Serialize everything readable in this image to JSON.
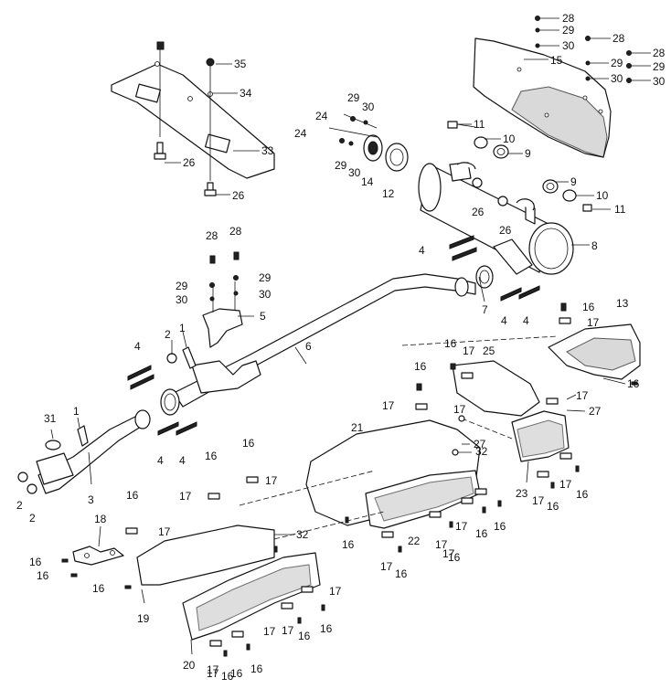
{
  "figure": {
    "type": "exploded parts diagram",
    "subject": "exhaust system"
  },
  "callouts": [
    {
      "id": "c28a",
      "label": "28"
    },
    {
      "id": "c29a",
      "label": "29"
    },
    {
      "id": "c30a",
      "label": "30"
    },
    {
      "id": "c28b",
      "label": "28"
    },
    {
      "id": "c28c",
      "label": "28"
    },
    {
      "id": "c29b",
      "label": "29"
    },
    {
      "id": "c29c",
      "label": "29"
    },
    {
      "id": "c15",
      "label": "15"
    },
    {
      "id": "c30b",
      "label": "30"
    },
    {
      "id": "c30c",
      "label": "30"
    },
    {
      "id": "c35",
      "label": "35"
    },
    {
      "id": "c34",
      "label": "34"
    },
    {
      "id": "c33",
      "label": "33"
    },
    {
      "id": "c26a",
      "label": "26"
    },
    {
      "id": "c26b",
      "label": "26"
    },
    {
      "id": "c29d",
      "label": "29"
    },
    {
      "id": "c30d",
      "label": "30"
    },
    {
      "id": "c24a",
      "label": "24"
    },
    {
      "id": "c24b",
      "label": "24"
    },
    {
      "id": "c29e",
      "label": "29"
    },
    {
      "id": "c30e",
      "label": "30"
    },
    {
      "id": "c14",
      "label": "14"
    },
    {
      "id": "c12",
      "label": "12"
    },
    {
      "id": "c11a",
      "label": "11"
    },
    {
      "id": "c10a",
      "label": "10"
    },
    {
      "id": "c9a",
      "label": "9"
    },
    {
      "id": "c9b",
      "label": "9"
    },
    {
      "id": "c10b",
      "label": "10"
    },
    {
      "id": "c11b",
      "label": "11"
    },
    {
      "id": "c26c",
      "label": "26"
    },
    {
      "id": "c26d",
      "label": "26"
    },
    {
      "id": "c8",
      "label": "8"
    },
    {
      "id": "c4a",
      "label": "4"
    },
    {
      "id": "c28d",
      "label": "28"
    },
    {
      "id": "c28e",
      "label": "28"
    },
    {
      "id": "c29f",
      "label": "29"
    },
    {
      "id": "c29g",
      "label": "29"
    },
    {
      "id": "c30f",
      "label": "30"
    },
    {
      "id": "c30g",
      "label": "30"
    },
    {
      "id": "c5",
      "label": "5"
    },
    {
      "id": "c7",
      "label": "7"
    },
    {
      "id": "c4b",
      "label": "4"
    },
    {
      "id": "c4c",
      "label": "4"
    },
    {
      "id": "c16a",
      "label": "16"
    },
    {
      "id": "c17a",
      "label": "17"
    },
    {
      "id": "c13",
      "label": "13"
    },
    {
      "id": "c1a",
      "label": "1"
    },
    {
      "id": "c2a",
      "label": "2"
    },
    {
      "id": "c4d",
      "label": "4"
    },
    {
      "id": "c6",
      "label": "6"
    },
    {
      "id": "c16b",
      "label": "16"
    },
    {
      "id": "c17b",
      "label": "17"
    },
    {
      "id": "c25",
      "label": "25"
    },
    {
      "id": "c16c",
      "label": "16"
    },
    {
      "id": "c17c",
      "label": "17"
    },
    {
      "id": "c16d",
      "label": "16"
    },
    {
      "id": "c17d",
      "label": "17"
    },
    {
      "id": "c27a",
      "label": "27"
    },
    {
      "id": "c21",
      "label": "21"
    },
    {
      "id": "c17e",
      "label": "17"
    },
    {
      "id": "c27b",
      "label": "27"
    },
    {
      "id": "c32a",
      "label": "32"
    },
    {
      "id": "c4e",
      "label": "4"
    },
    {
      "id": "c4f",
      "label": "4"
    },
    {
      "id": "c31",
      "label": "31"
    },
    {
      "id": "c1b",
      "label": "1"
    },
    {
      "id": "c3",
      "label": "3"
    },
    {
      "id": "c2b",
      "label": "2"
    },
    {
      "id": "c2c",
      "label": "2"
    },
    {
      "id": "c16e",
      "label": "16"
    },
    {
      "id": "c16f",
      "label": "16"
    },
    {
      "id": "c17f",
      "label": "17"
    },
    {
      "id": "c17g",
      "label": "17"
    },
    {
      "id": "c16g",
      "label": "16"
    },
    {
      "id": "c17h",
      "label": "17"
    },
    {
      "id": "c18",
      "label": "18"
    },
    {
      "id": "c16h",
      "label": "16"
    },
    {
      "id": "c16i",
      "label": "16"
    },
    {
      "id": "c16j",
      "label": "16"
    },
    {
      "id": "c32b",
      "label": "32"
    },
    {
      "id": "c23",
      "label": "23"
    },
    {
      "id": "c17i",
      "label": "17"
    },
    {
      "id": "c16k",
      "label": "16"
    },
    {
      "id": "c17j",
      "label": "17"
    },
    {
      "id": "c16l",
      "label": "16"
    },
    {
      "id": "c17k",
      "label": "17"
    },
    {
      "id": "c16m",
      "label": "16"
    },
    {
      "id": "c16n",
      "label": "16"
    },
    {
      "id": "c22",
      "label": "22"
    },
    {
      "id": "c17l",
      "label": "17"
    },
    {
      "id": "c17m",
      "label": "17"
    },
    {
      "id": "c16o",
      "label": "16"
    },
    {
      "id": "c17n",
      "label": "17"
    },
    {
      "id": "c16p",
      "label": "16"
    },
    {
      "id": "c16q",
      "label": "16"
    },
    {
      "id": "c17o",
      "label": "17"
    },
    {
      "id": "c16r",
      "label": "16"
    },
    {
      "id": "c19",
      "label": "19"
    },
    {
      "id": "c17p",
      "label": "17"
    },
    {
      "id": "c17q",
      "label": "17"
    },
    {
      "id": "c16s",
      "label": "16"
    },
    {
      "id": "c16t",
      "label": "16"
    },
    {
      "id": "c17r",
      "label": "17"
    },
    {
      "id": "c20",
      "label": "20"
    },
    {
      "id": "c17s",
      "label": "17"
    },
    {
      "id": "c16u",
      "label": "16"
    },
    {
      "id": "c16v",
      "label": "16"
    }
  ]
}
